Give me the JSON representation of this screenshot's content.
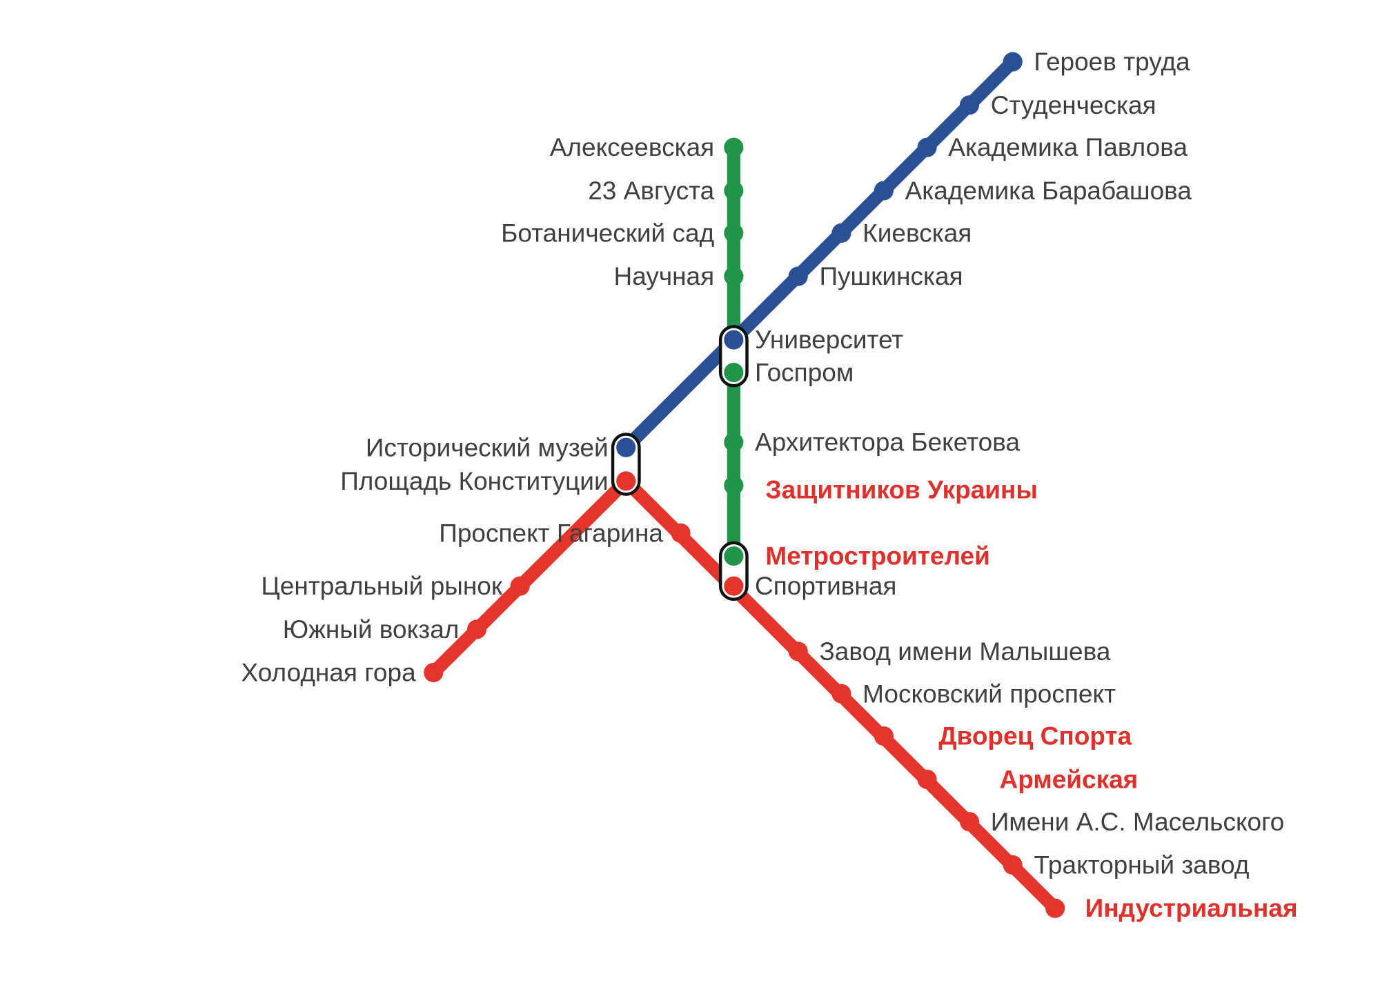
{
  "colors": {
    "red_line": "#e4342b",
    "blue_line": "#2a4f94",
    "green_line": "#239449",
    "label": "#3f3f3f",
    "highlight_label": "#e0302b",
    "transfer_outline": "#111111"
  },
  "lines": {
    "red": {
      "stations": [
        {
          "name": "Холодная гора",
          "highlight": false
        },
        {
          "name": "Южный вокзал",
          "highlight": false
        },
        {
          "name": "Центральный рынок",
          "highlight": false
        },
        {
          "name": "Площадь Конституции",
          "highlight": false
        },
        {
          "name": "Проспект Гагарина",
          "highlight": false
        },
        {
          "name": "Спортивная",
          "highlight": false
        },
        {
          "name": "Завод имени Малышева",
          "highlight": false
        },
        {
          "name": "Московский проспект",
          "highlight": false
        },
        {
          "name": "Дворец Спорта",
          "highlight": true
        },
        {
          "name": "Армейская",
          "highlight": true
        },
        {
          "name": "Имени А.С. Масельского",
          "highlight": false
        },
        {
          "name": "Тракторный завод",
          "highlight": false
        },
        {
          "name": "Индустриальная",
          "highlight": true
        }
      ]
    },
    "blue": {
      "stations": [
        {
          "name": "Исторический музей",
          "highlight": false
        },
        {
          "name": "Университет",
          "highlight": false
        },
        {
          "name": "Пушкинская",
          "highlight": false
        },
        {
          "name": "Киевская",
          "highlight": false
        },
        {
          "name": "Академика Барабашова",
          "highlight": false
        },
        {
          "name": "Академика Павлова",
          "highlight": false
        },
        {
          "name": "Студенческая",
          "highlight": false
        },
        {
          "name": "Героев труда",
          "highlight": false
        }
      ]
    },
    "green": {
      "stations": [
        {
          "name": "Алексеевская",
          "highlight": false
        },
        {
          "name": "23 Августа",
          "highlight": false
        },
        {
          "name": "Ботанический сад",
          "highlight": false
        },
        {
          "name": "Научная",
          "highlight": false
        },
        {
          "name": "Госпром",
          "highlight": false
        },
        {
          "name": "Архитектора Бекетова",
          "highlight": false
        },
        {
          "name": "Защитников Украины",
          "highlight": true
        },
        {
          "name": "Метростроителей",
          "highlight": true
        }
      ]
    }
  },
  "transfers": [
    [
      "Исторический музей",
      "Площадь Конституции"
    ],
    [
      "Университет",
      "Госпром"
    ],
    [
      "Метростроителей",
      "Спортивная"
    ]
  ]
}
